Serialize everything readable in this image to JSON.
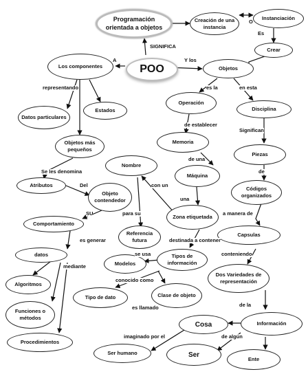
{
  "nodes": {
    "programacion": "Programación orientada a objetos",
    "creacion": "Creación de una instancia",
    "instanciacion": "Instanciación",
    "crear": "Crear",
    "poo": "POO",
    "componentes": "Los componentes",
    "objetos": "Objetos",
    "datos_particulares": "Datos particulares",
    "estados": "Estados",
    "operacion": "Operación",
    "disciplina": "Disciplina",
    "objetos_pequenos": "Objetos  más pequeños",
    "memoria": "Memoria",
    "piezas": "Piezas",
    "nombre": "Nombre",
    "maquina": "Máquina",
    "atributos": "Atributos",
    "objeto_contenedor": "Objeto contendedor",
    "codigos": "Códigos organizados",
    "zona": "Zona etiquetada",
    "comportamiento": "Comportamiento",
    "referencia": "Referencia futura",
    "capsulas": "Capsulas",
    "datos": "datos",
    "modelos": "Modelos",
    "tipos_info": "Tipos de información",
    "variedades": "Dos Variedades de representación",
    "algoritmos": "Algoritmos",
    "tipo_dato": "Tipo de dato",
    "clase_objeto": "Clase de objeto",
    "funciones": "Funciones o métodos",
    "cosa": "Cosa",
    "informacion": "Información",
    "procedimientos": "Procedimientos",
    "ser_humano": "Ser humano",
    "ser": "Ser",
    "ente": "Ente"
  },
  "links": {
    "significa": "SIGNIFICA",
    "o": "O",
    "es": "Es",
    "a": "A",
    "y_los": "Y  los",
    "representando": "representando",
    "es_la": "es la",
    "en_esta": "en esta",
    "de_establecer": "de establecer",
    "significan": "Significan",
    "de_una": "de una",
    "se_les_denomina": "Se les denomina",
    "del": "Del",
    "con_un": "con un",
    "de": "de",
    "su": "SU",
    "una": "una",
    "para_su": "para su",
    "a_manera_de": "a manera de",
    "es_generar": "es generar",
    "destinada": "destinada a contener",
    "se_usa": "se usa",
    "mediante": "mediante",
    "conteniendo": "conteniendo",
    "conocido_como": "conocido como",
    "es_llamado": "es llamado",
    "de_la": "de la",
    "imaginado_por_el": "imaginado por el",
    "de_algun": "de algún"
  }
}
